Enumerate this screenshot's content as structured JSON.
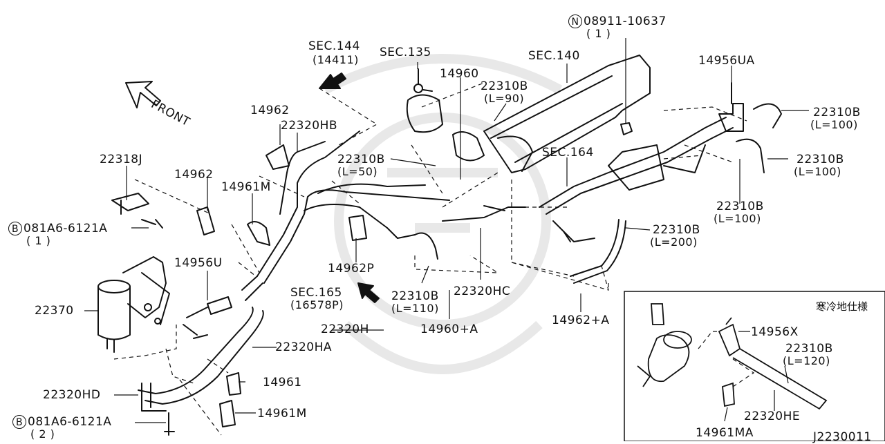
{
  "labels": {
    "front": "FRONT",
    "sec144": "SEC.144",
    "sec144_sub": "(14411)",
    "sec135": "SEC.135",
    "sec140": "SEC.140",
    "n_badge": "N",
    "n_part": "08911-10637",
    "n_qty": "( 1 )",
    "p14956UA": "14956UA",
    "p14960": "14960",
    "p22310B_90": "22310B",
    "p22310B_90_sub": "(L=90)",
    "p22310B_100a": "22310B",
    "p22310B_100a_sub": "(L=100)",
    "p22310B_100b": "22310B",
    "p22310B_100b_sub": "(L=100)",
    "p22310B_100c": "22310B",
    "p22310B_100c_sub": "(L=100)",
    "p14962a": "14962",
    "p22320HB": "22320HB",
    "p22318J": "22318J",
    "p22310B_50": "22310B",
    "p22310B_50_sub": "(L=50)",
    "sec164": "SEC.164",
    "p14962b": "14962",
    "p14961M_top": "14961M",
    "b_badge": "B",
    "b1_part": "081A6-6121A",
    "b1_qty": "( 1 )",
    "p22310B_200": "22310B",
    "p22310B_200_sub": "(L=200)",
    "p14956U": "14956U",
    "p14962P": "14962P",
    "sec165": "SEC.165",
    "sec165_sub": "(16578P)",
    "p22310B_110": "22310B",
    "p22310B_110_sub": "(L=110)",
    "p22320HC": "22320HC",
    "p22370": "22370",
    "p14962A": "14962+A",
    "p22320H": "22320H",
    "p14960A": "14960+A",
    "p22320HA": "22320HA",
    "p14961": "14961",
    "p22320HD": "22320HD",
    "p14961M_bot": "14961M",
    "b2_part": "081A6-6121A",
    "b2_qty": "( 2 )",
    "inset_title": "寒冷地仕様",
    "p14956X": "14956X",
    "p22310B_120": "22310B",
    "p22310B_120_sub": "(L=120)",
    "p22320HE": "22320HE",
    "p14961MA": "14961MA",
    "drawing_no": "J2230011"
  },
  "colors": {
    "line": "#111111",
    "watermark": "#e6e6e6",
    "background": "#ffffff"
  }
}
